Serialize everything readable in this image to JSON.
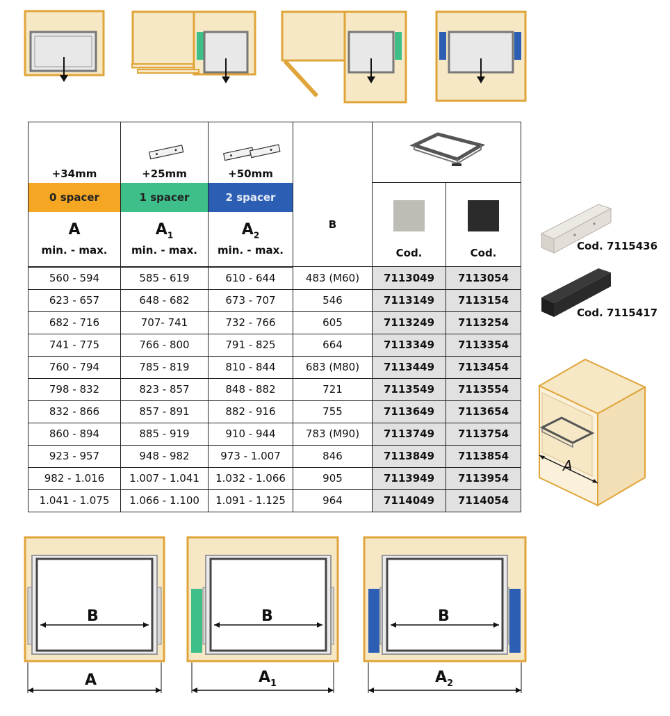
{
  "header": {
    "increments": [
      "+34mm",
      "+25mm",
      "+50mm"
    ],
    "spacers": [
      "0 spacer",
      "1 spacer",
      "2 spacer"
    ],
    "a_labels": [
      {
        "main": "A",
        "sub": ""
      },
      {
        "main": "A",
        "sub": "1"
      },
      {
        "main": "A",
        "sub": "2"
      }
    ],
    "minmax": "min. - max.",
    "b_label": "B",
    "cod_label": "Cod."
  },
  "colors": {
    "grey_swatch": "#bdbdb6",
    "black_swatch": "#2b2b2b",
    "spacer0": "#f5a623",
    "spacer1": "#3ebf8a",
    "spacer2": "#2c5fb3",
    "wood": "#f6e7c5",
    "wood_edge": "#e0a53a"
  },
  "rows": [
    {
      "a": "560 - 594",
      "a1": "585 - 619",
      "a2": "610 - 644",
      "b": "483 (M60)",
      "grey": "7113049",
      "black": "7113054"
    },
    {
      "a": "623 - 657",
      "a1": "648 - 682",
      "a2": "673 - 707",
      "b": "546",
      "grey": "7113149",
      "black": "7113154"
    },
    {
      "a": "682 - 716",
      "a1": "707- 741",
      "a2": "732 - 766",
      "b": "605",
      "grey": "7113249",
      "black": "7113254"
    },
    {
      "a": "741 - 775",
      "a1": "766 - 800",
      "a2": "791 - 825",
      "b": "664",
      "grey": "7113349",
      "black": "7113354"
    },
    {
      "a": "760 - 794",
      "a1": "785 - 819",
      "a2": "810 - 844",
      "b": "683 (M80)",
      "grey": "7113449",
      "black": "7113454"
    },
    {
      "a": "798 - 832",
      "a1": "823 - 857",
      "a2": "848 - 882",
      "b": "721",
      "grey": "7113549",
      "black": "7113554"
    },
    {
      "a": "832 - 866",
      "a1": "857 - 891",
      "a2": "882 - 916",
      "b": "755",
      "grey": "7113649",
      "black": "7113654"
    },
    {
      "a": "860 - 894",
      "a1": "885 - 919",
      "a2": "910 - 944",
      "b": "783 (M90)",
      "grey": "7113749",
      "black": "7113754"
    },
    {
      "a": "923 - 957",
      "a1": "948 - 982",
      "a2": "973 - 1.007",
      "b": "846",
      "grey": "7113849",
      "black": "7113854"
    },
    {
      "a": "982 - 1.016",
      "a1": "1.007 - 1.041",
      "a2": "1.032 - 1.066",
      "b": "905",
      "grey": "7113949",
      "black": "7113954"
    },
    {
      "a": "1.041 - 1.075",
      "a1": "1.066 - 1.100",
      "a2": "1.091 - 1.125",
      "b": "964",
      "grey": "7114049",
      "black": "7114054"
    }
  ],
  "side": {
    "spacer_grey_code": "Cod. 7115436",
    "spacer_black_code": "Cod. 7115417",
    "iso_label": "A"
  },
  "bottom": {
    "b_label": "B",
    "dims": [
      {
        "main": "A",
        "sub": ""
      },
      {
        "main": "A",
        "sub": "1"
      },
      {
        "main": "A",
        "sub": "2"
      }
    ]
  }
}
